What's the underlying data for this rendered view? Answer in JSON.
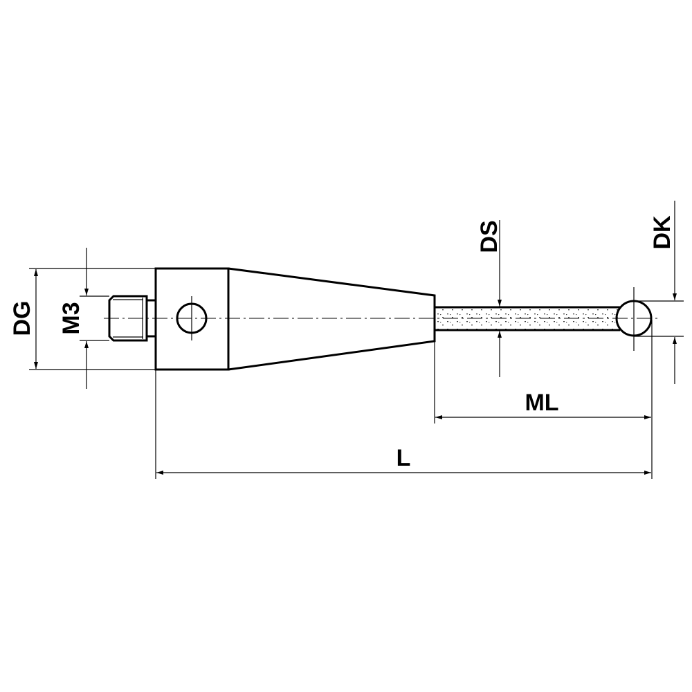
{
  "drawing": {
    "labels": {
      "dg": "DG",
      "m3": "M3",
      "ds": "DS",
      "dk": "DK",
      "ml": "ML",
      "l": "L"
    },
    "colors": {
      "line": "#000000",
      "background": "#ffffff"
    }
  }
}
